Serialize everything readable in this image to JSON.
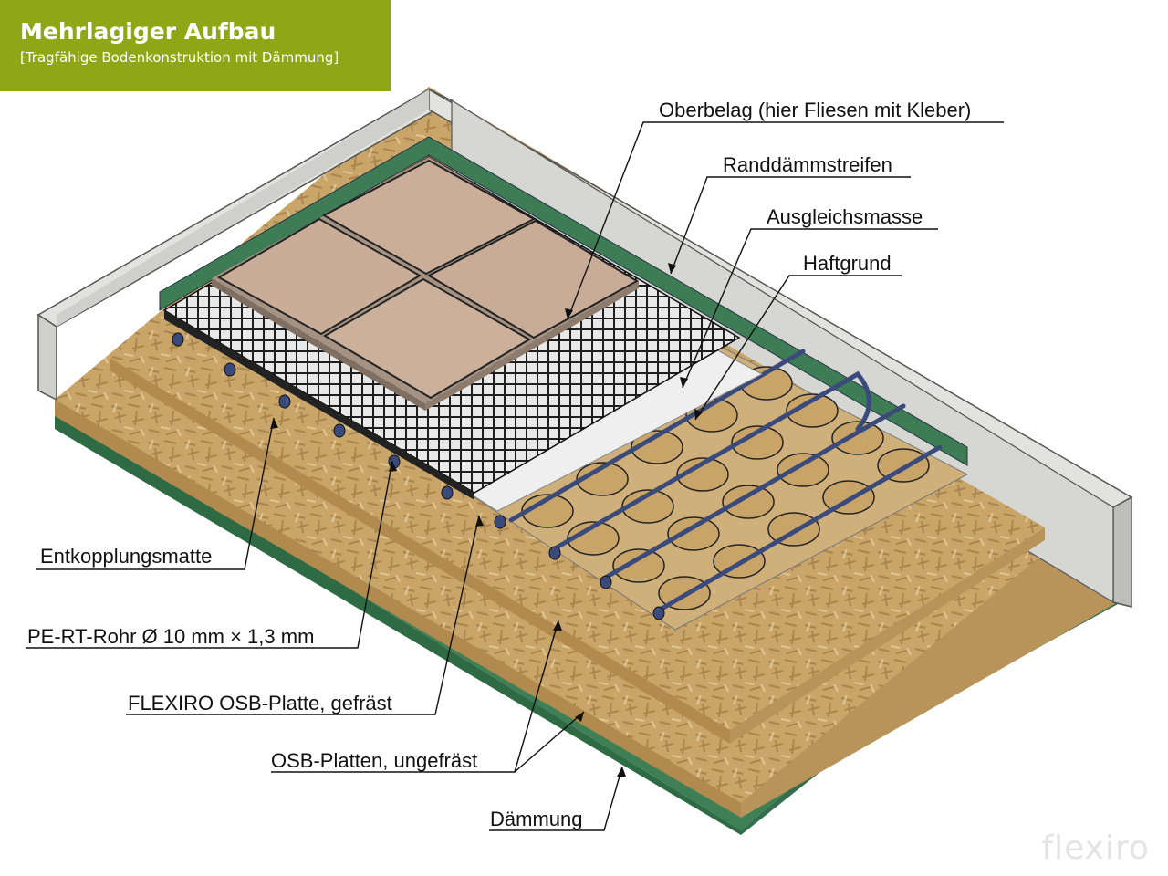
{
  "header": {
    "title": "Mehrlagiger Aufbau",
    "subtitle": "[Tragfähige Bodenkonstruktion mit Dämmung]"
  },
  "labels": {
    "oberbelag": "Oberbelag (hier Fliesen mit Kleber)",
    "randdaemmstreifen": "Randdämmstreifen",
    "ausgleichsmasse": "Ausgleichsmasse",
    "haftgrund": "Haftgrund",
    "entkopplungsmatte": "Entkopplungsmatte",
    "pe_rt_rohr": "PE-RT-Rohr Ø 10 mm × 1,3 mm",
    "flexiro_osb": "FLEXIRO OSB-Platte, gefräst",
    "osb_ungefraest": "OSB-Platten, ungefräst",
    "daemmung": "Dämmung"
  },
  "brand": "flexiro",
  "colors": {
    "title_bg": "#8fa716",
    "osb": "#c9a56a",
    "insulation": "#3f7f56",
    "wall": "#d2d2cf",
    "tile": "#c9ad98",
    "mesh": "#1e1e1e",
    "pipe": "#3a4a7a"
  }
}
